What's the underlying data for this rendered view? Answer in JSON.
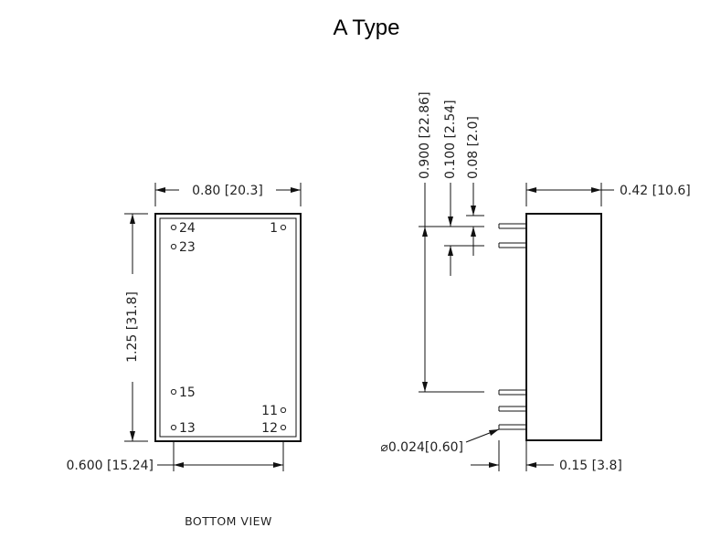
{
  "title": "A Type",
  "bottom_view": {
    "caption": "BOTTOM VIEW",
    "width_dim": "0.80 [20.3]",
    "height_dim": "1.25 [31.8]",
    "row_spacing_dim": "0.600 [15.24]",
    "pins": {
      "p24": "24",
      "p23": "23",
      "p1": "1",
      "p15": "15",
      "p11": "11",
      "p13": "13",
      "p12": "12"
    }
  },
  "side_view": {
    "depth_dim": "0.42 [10.6]",
    "span_dim": "0.900 [22.86]",
    "pitch_dim": "0.100 [2.54]",
    "offset_dim": "0.08 [2.0]",
    "pin_dia_dim": "⌀0.024[0.60]",
    "pin_len_dim": "0.15 [3.8]"
  }
}
